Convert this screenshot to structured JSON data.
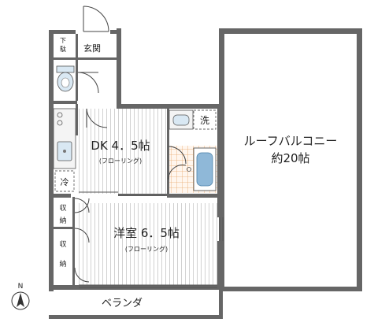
{
  "rooms": {
    "genkan": "玄関",
    "getabako_top": "下",
    "getabako_bottom": "駄",
    "dk_main": "DK 4．5帖",
    "dk_floor": "(フローリング)",
    "sentaku": "洗",
    "rei": "冷",
    "shuno1_top": "収",
    "shuno1_bottom": "納",
    "shuno2_top": "収",
    "shuno2_bottom": "納",
    "yoshitsu_main": "洋室 6．5帖",
    "yoshitsu_floor": "(フローリング)",
    "balcony_line1": "ルーフバルコニー",
    "balcony_line2": "約20帖",
    "veranda": "ベランダ"
  },
  "compass": {
    "north": "N"
  },
  "colors": {
    "wall": "#555555",
    "tile": "#e8a76a",
    "floor_line": "#b5b5b5",
    "fixture": "#8fb8d8"
  }
}
